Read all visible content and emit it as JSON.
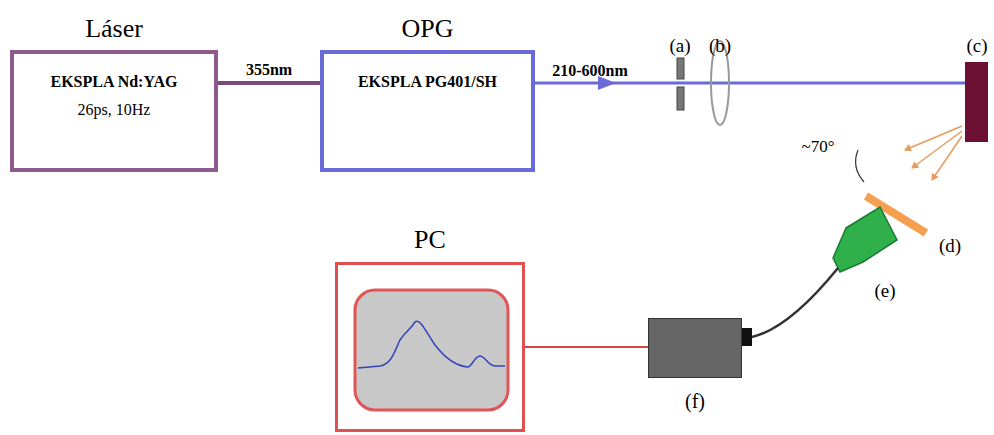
{
  "diagram": {
    "nodes": [
      {
        "text": [
          "Láser",
          "EKSPLA Nd:YAG",
          "26ps, 10Hz"
        ]
      },
      {
        "text": [
          "OPG",
          "EKSPLA PG401/SH"
        ]
      },
      {
        "text": [
          "PC"
        ]
      },
      {
        "text": [
          "(f)"
        ]
      }
    ],
    "edges": [
      {
        "from": 0,
        "to": 1,
        "label": "355nm",
        "arrow": "none"
      },
      {
        "from": 3,
        "to": 2,
        "arrow": "none"
      }
    ],
    "labels": [
      "210-600nm",
      "(a)",
      "(b)",
      "(c)",
      "~70°",
      "(d)",
      "(e)"
    ]
  }
}
